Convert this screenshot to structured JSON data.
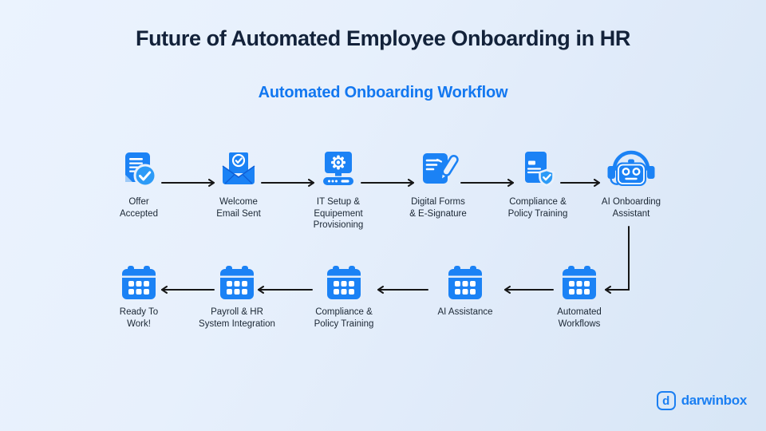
{
  "page": {
    "title": "Future of Automated Employee Onboarding in HR",
    "subtitle": "Automated Onboarding Workflow"
  },
  "workflow": {
    "row1": {
      "direction": "left-to-right",
      "steps": [
        {
          "label": "Offer\nAccepted",
          "icon": "document-check-icon"
        },
        {
          "label": "Welcome\nEmail Sent",
          "icon": "email-check-icon"
        },
        {
          "label": "IT Setup &\nEquipement\nProvisioning",
          "icon": "computer-gear-icon"
        },
        {
          "label": "Digital Forms\n& E-Signature",
          "icon": "document-pen-icon"
        },
        {
          "label": "Compliance &\nPolicy Training",
          "icon": "document-shield-icon"
        },
        {
          "label": "AI Onboarding\nAssistant",
          "icon": "robot-headset-icon"
        }
      ]
    },
    "row2": {
      "direction": "right-to-left",
      "steps": [
        {
          "label": "Ready To\nWork!",
          "icon": "calendar-icon"
        },
        {
          "label": "Payroll & HR\nSystem Integration",
          "icon": "calendar-icon"
        },
        {
          "label": "Compliance &\nPolicy Training",
          "icon": "calendar-icon"
        },
        {
          "label": "AI Assistance",
          "icon": "calendar-icon"
        },
        {
          "label": "Automated\nWorkflows",
          "icon": "calendar-icon"
        }
      ]
    }
  },
  "branding": {
    "logo_letter": "d",
    "logo_text": "darwinbox"
  },
  "colors": {
    "primary_blue": "#1B82F5",
    "light_blue_accent": "#2D9BF7",
    "title_navy": "#13223A",
    "subtitle_blue": "#1277F0",
    "logo_blue": "#1B7FF2",
    "arrow_black": "#161616",
    "background": "#E7F0FC"
  }
}
